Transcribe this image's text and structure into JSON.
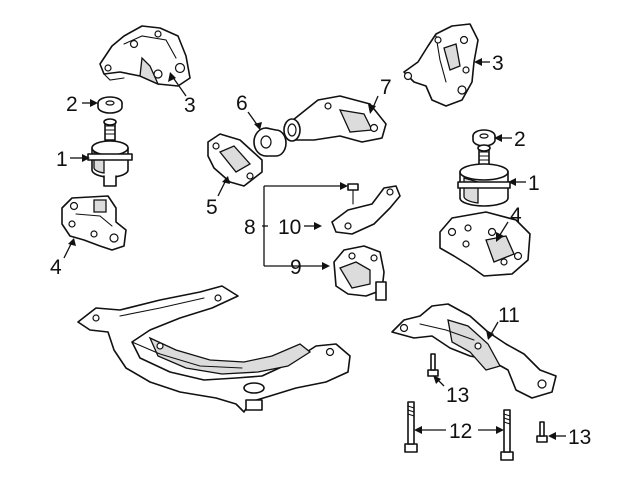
{
  "callouts": {
    "c1_left": "1",
    "c1_right": "1",
    "c2_left": "2",
    "c2_right": "2",
    "c3_left": "3",
    "c3_right": "3",
    "c4_left": "4",
    "c4_right": "4",
    "c5": "5",
    "c6": "6",
    "c7": "7",
    "c8": "8",
    "c9": "9",
    "c10": "10",
    "c11": "11",
    "c12": "12",
    "c13_mid": "13",
    "c13_right": "13"
  }
}
